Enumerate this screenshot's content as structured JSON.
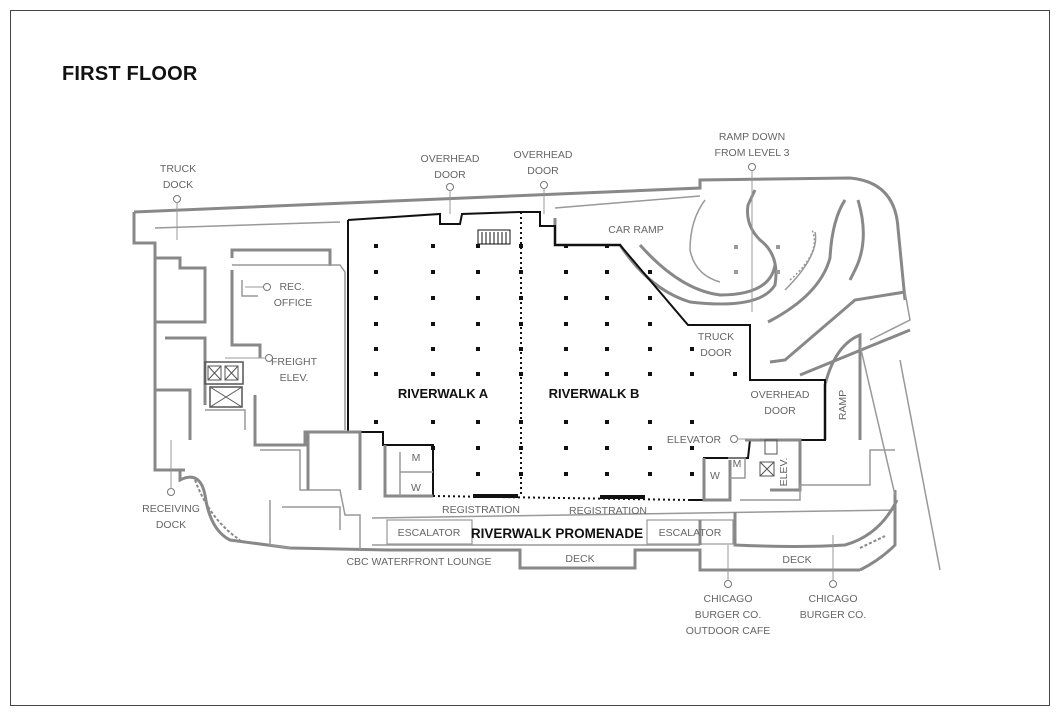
{
  "map": {
    "title": "FIRST FLOOR",
    "rooms": {
      "riverwalk_a": "RIVERWALK A",
      "riverwalk_b": "RIVERWALK B",
      "promenade": "RIVERWALK PROMENADE"
    },
    "labels": {
      "truck_dock": [
        "TRUCK",
        "DOCK"
      ],
      "overhead_door_1": [
        "OVERHEAD",
        "DOOR"
      ],
      "overhead_door_2": [
        "OVERHEAD",
        "DOOR"
      ],
      "ramp_down": [
        "RAMP DOWN",
        "FROM LEVEL 3"
      ],
      "car_ramp": "CAR RAMP",
      "rec_office": [
        "REC.",
        "OFFICE"
      ],
      "freight_elev": [
        "FREIGHT",
        "ELEV."
      ],
      "truck_door": [
        "TRUCK",
        "DOOR"
      ],
      "overhead_door_3": [
        "OVERHEAD",
        "DOOR"
      ],
      "ramp": "RAMP",
      "elevator": "ELEVATOR",
      "elev": "ELEV.",
      "m1": "M",
      "w1": "W",
      "m2": "M",
      "w2": "W",
      "registration_1": "REGISTRATION",
      "registration_2": "REGISTRATION",
      "escalator_1": "ESCALATOR",
      "escalator_2": "ESCALATOR",
      "receiving_dock": [
        "RECEIVING",
        "DOCK"
      ],
      "cbc_lounge": "CBC WATERFRONT LOUNGE",
      "deck_1": "DECK",
      "deck_2": "DECK",
      "chicago_outdoor": [
        "CHICAGO",
        "BURGER CO.",
        "OUTDOOR CAFE"
      ],
      "chicago": [
        "CHICAGO",
        "BURGER CO."
      ]
    }
  }
}
